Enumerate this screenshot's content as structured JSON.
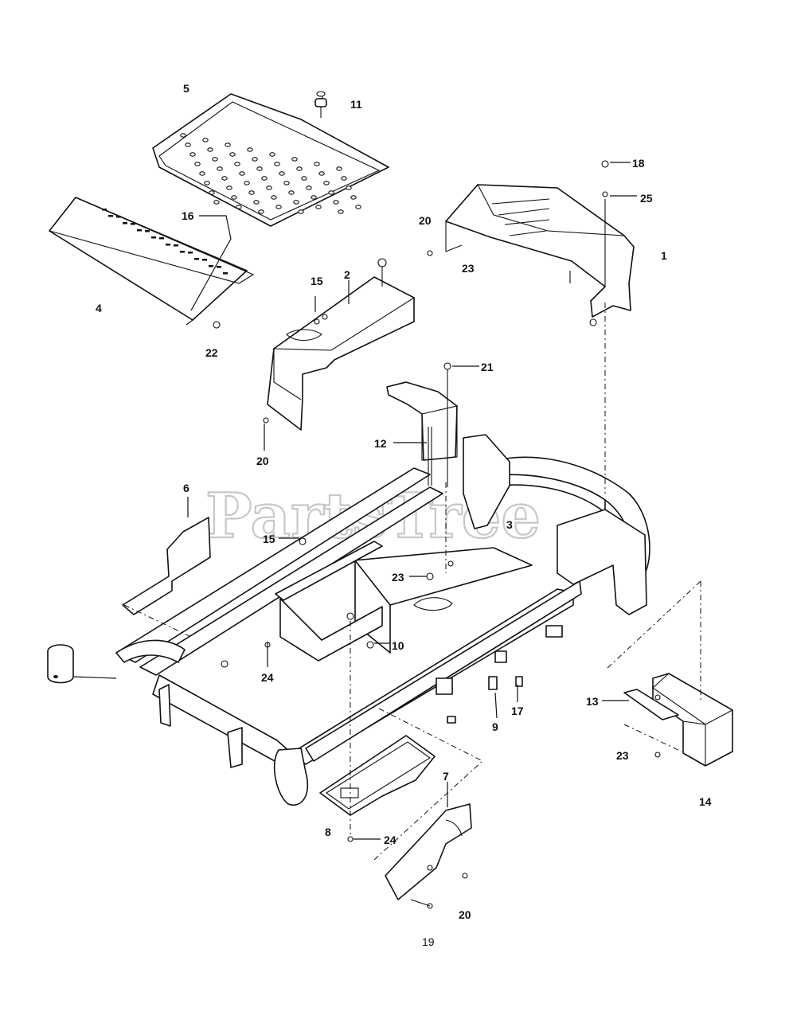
{
  "watermark": {
    "text": "PartsTree"
  },
  "callouts": [
    {
      "label": "5"
    },
    {
      "label": "11"
    },
    {
      "label": "16"
    },
    {
      "label": "4"
    },
    {
      "label": "22"
    },
    {
      "label": "15"
    },
    {
      "label": "2"
    },
    {
      "label": "20"
    },
    {
      "label": "18"
    },
    {
      "label": "25"
    },
    {
      "label": "20"
    },
    {
      "label": "1"
    },
    {
      "label": "23"
    },
    {
      "label": "21"
    },
    {
      "label": "12"
    },
    {
      "label": "6"
    },
    {
      "label": "15"
    },
    {
      "label": "3"
    },
    {
      "label": "23"
    },
    {
      "label": "10"
    },
    {
      "label": "24"
    },
    {
      "label": "17"
    },
    {
      "label": "9"
    },
    {
      "label": "13"
    },
    {
      "label": "23"
    },
    {
      "label": "14"
    },
    {
      "label": "7"
    },
    {
      "label": "8"
    },
    {
      "label": "24"
    },
    {
      "label": "20"
    }
  ],
  "page_number": "19"
}
